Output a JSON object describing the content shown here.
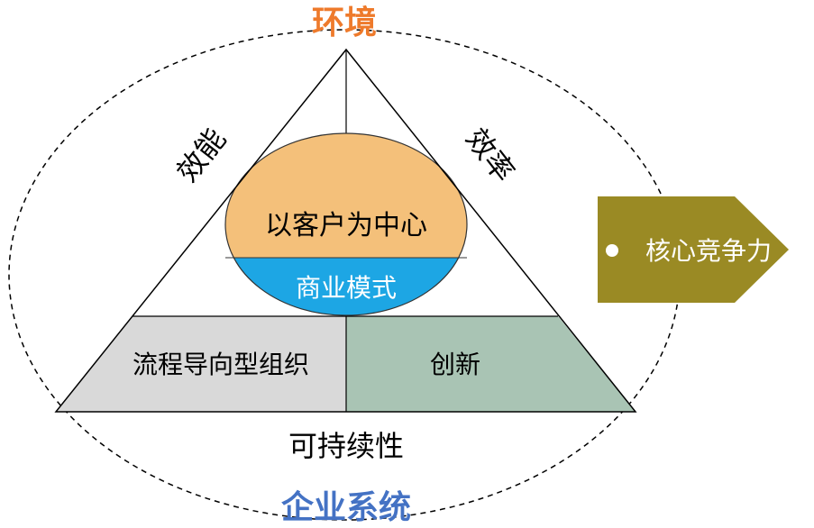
{
  "title_top": "环境",
  "bottom_label": "企业系统",
  "left_side_label": "效能",
  "right_side_label": "效率",
  "circle_top_label": "以客户为中心",
  "circle_band_label": "商业模式",
  "base_left_label": "流程导向型组织",
  "base_right_label": "创新",
  "under_triangle_label": "可持续性",
  "arrow_label": "核心竞争力",
  "colors": {
    "environment_text": "#EE7A2B",
    "system_text": "#4472C4",
    "circle_top": "#F4C07A",
    "circle_band": "#1DA6E4",
    "base_left": "#D9D9D9",
    "base_right": "#A9C4B4",
    "arrow": "#9A8A24"
  }
}
